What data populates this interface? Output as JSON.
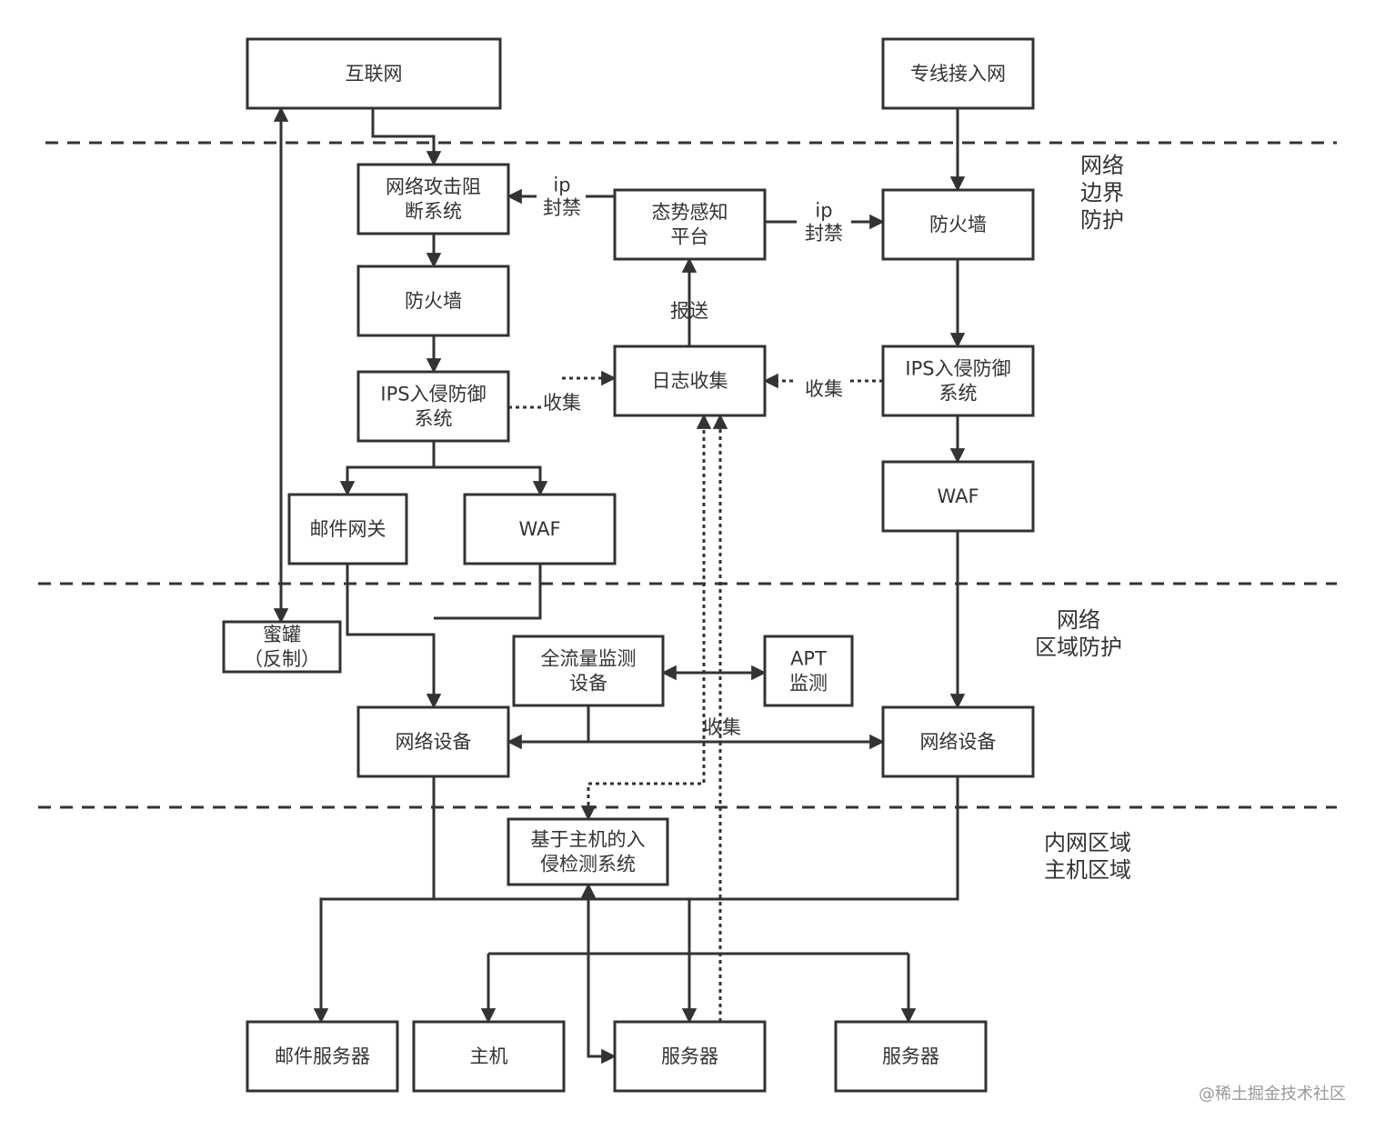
{
  "colors": {
    "stroke": "#333333",
    "text": "#333333",
    "watermark": "#999999",
    "background": "#ffffff"
  },
  "nodes": {
    "internet": {
      "lines": [
        "互联网"
      ]
    },
    "leased_line": {
      "lines": [
        "专线接入网"
      ]
    },
    "attack_block": {
      "lines": [
        "网络攻击阻",
        "断系统"
      ]
    },
    "situation_awareness": {
      "lines": [
        "态势感知",
        "平台"
      ]
    },
    "firewall_left": {
      "lines": [
        "防火墙"
      ]
    },
    "firewall_right": {
      "lines": [
        "防火墙"
      ]
    },
    "ips_left": {
      "lines": [
        "IPS入侵防御",
        "系统"
      ]
    },
    "log_collection": {
      "lines": [
        "日志收集"
      ]
    },
    "ips_right": {
      "lines": [
        "IPS入侵防御",
        "系统"
      ]
    },
    "mail_gateway": {
      "lines": [
        "邮件网关"
      ]
    },
    "waf_left": {
      "lines": [
        "WAF"
      ]
    },
    "waf_right": {
      "lines": [
        "WAF"
      ]
    },
    "honeypot": {
      "lines": [
        "蜜罐",
        "（反制）"
      ]
    },
    "full_traffic": {
      "lines": [
        "全流量监测",
        "设备"
      ]
    },
    "apt": {
      "lines": [
        "APT",
        "监测"
      ]
    },
    "netdev_left": {
      "lines": [
        "网络设备"
      ]
    },
    "netdev_right": {
      "lines": [
        "网络设备"
      ]
    },
    "hids": {
      "lines": [
        "基于主机的入",
        "侵检测系统"
      ]
    },
    "mail_server": {
      "lines": [
        "邮件服务器"
      ]
    },
    "host": {
      "lines": [
        "主机"
      ]
    },
    "server_mid": {
      "lines": [
        "服务器"
      ]
    },
    "server_right": {
      "lines": [
        "服务器"
      ]
    }
  },
  "edge_labels": {
    "ip_block_left": [
      "ip",
      "封禁"
    ],
    "ip_block_right": [
      "ip",
      "封禁"
    ],
    "report": [
      "报送"
    ],
    "collect_left": [
      "收集"
    ],
    "collect_right": [
      "收集"
    ],
    "collect_mid": [
      "收集"
    ]
  },
  "zones": {
    "border": [
      "网络",
      "边界",
      "防护"
    ],
    "area": [
      "网络",
      "区域防护"
    ],
    "intranet": [
      "内网区域",
      "主机区域"
    ]
  },
  "watermark": "@稀土掘金技术社区"
}
